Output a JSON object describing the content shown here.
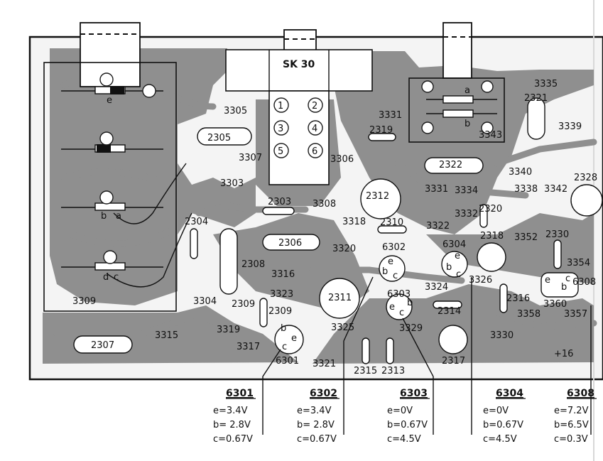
{
  "connector": {
    "label": "SK 30",
    "pins": [
      "1",
      "2",
      "3",
      "4",
      "5",
      "6"
    ]
  },
  "pot_labels": [
    "e",
    "b",
    "a",
    "b",
    "a",
    "d",
    "c"
  ],
  "components": [
    "3305",
    "2305",
    "3307",
    "3303",
    "2303",
    "3308",
    "2304",
    "2306",
    "2308",
    "3306",
    "3331",
    "2319",
    "2312",
    "3331",
    "3334",
    "3332",
    "2320",
    "3318",
    "2310",
    "3322",
    "3320",
    "6302",
    "6304",
    "2318",
    "3316",
    "3323",
    "2309",
    "2309",
    "3304",
    "3309",
    "2311",
    "6303",
    "3324",
    "2314",
    "3326",
    "2316",
    "3319",
    "3317",
    "3325",
    "3329",
    "3315",
    "2307",
    "6301",
    "3321",
    "2315",
    "2313",
    "2317",
    "3330",
    "2321",
    "3335",
    "3343",
    "2322",
    "3340",
    "3338",
    "3342",
    "3339",
    "2328",
    "3352",
    "2330",
    "3354",
    "6308",
    "3360",
    "3358",
    "3357",
    "+16"
  ],
  "transistor_pin_letters": {
    "6302": [
      "e",
      "b",
      "c"
    ],
    "6304": [
      "e",
      "b",
      "c"
    ],
    "6303": [
      "e",
      "c",
      "b"
    ],
    "6301": [
      "b",
      "e",
      "c"
    ],
    "6308": [
      "e",
      "b",
      "c"
    ]
  },
  "transistors": [
    {
      "id": "6301",
      "e": "e=3.4V",
      "b": "b= 2.8V",
      "c": "c=0.67V"
    },
    {
      "id": "6302",
      "e": "e=3.4V",
      "b": "b= 2.8V",
      "c": "c=0.67V"
    },
    {
      "id": "6303",
      "e": "e=0V",
      "b": "b=0.67V",
      "c": "c=4.5V"
    },
    {
      "id": "6304",
      "e": "e=0V",
      "b": "b=0.67V",
      "c": "c=4.5V"
    },
    {
      "id": "6308",
      "e": "e=7.2V",
      "b": "b=6.5V",
      "c": "c=0.3V"
    }
  ]
}
